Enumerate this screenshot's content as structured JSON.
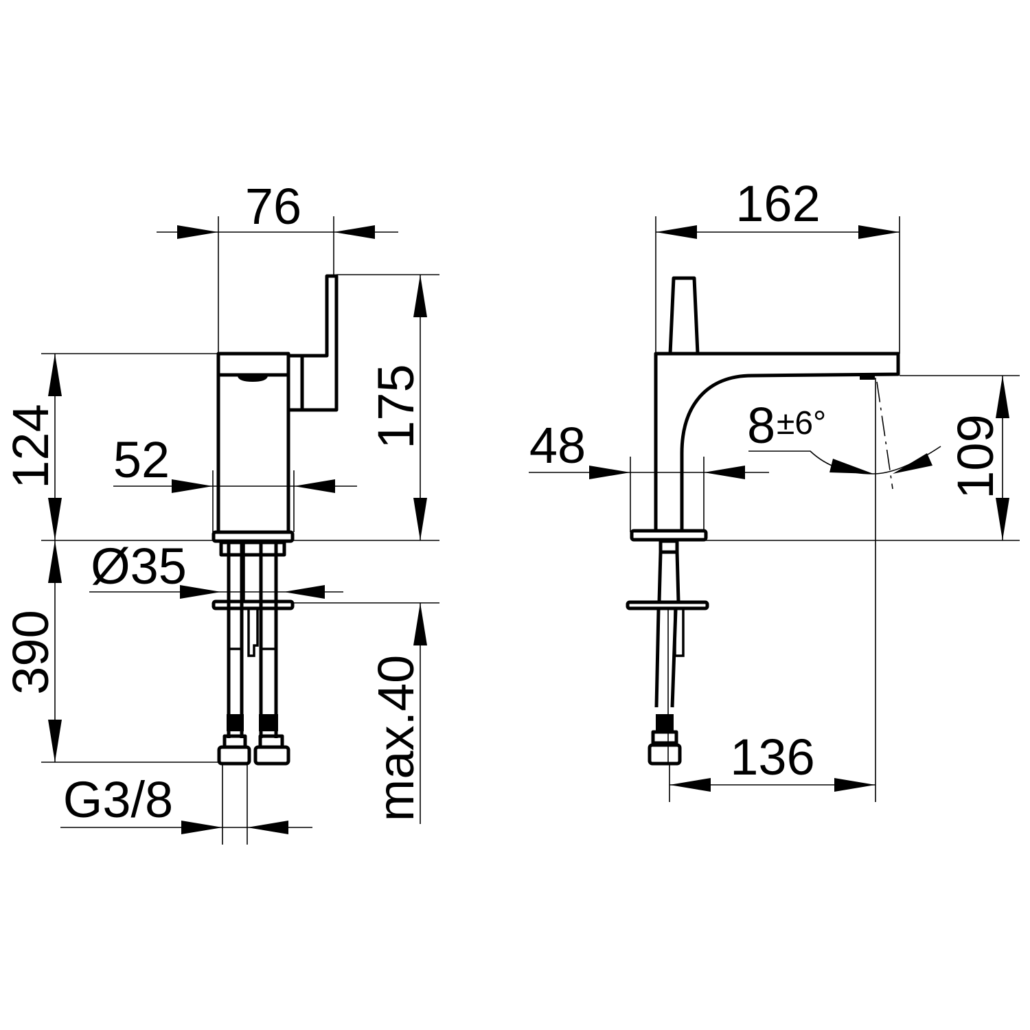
{
  "drawing": {
    "title": "Basin mixer dimension drawing",
    "front_view": {
      "width_top": "76",
      "height_total": "175",
      "height_body": "124",
      "body_width": "52",
      "shank_diameter": "Ø35",
      "hose_length": "390",
      "max_deck_thickness": "max.40",
      "connection_thread": "G3/8"
    },
    "side_view": {
      "total_depth": "162",
      "body_depth": "48",
      "spout_clearance": "109",
      "spout_angle_value": "8",
      "spout_angle_tolerance": "±6°",
      "spout_projection": "136"
    },
    "colors": {
      "line": "#000000",
      "background": "#ffffff"
    }
  }
}
